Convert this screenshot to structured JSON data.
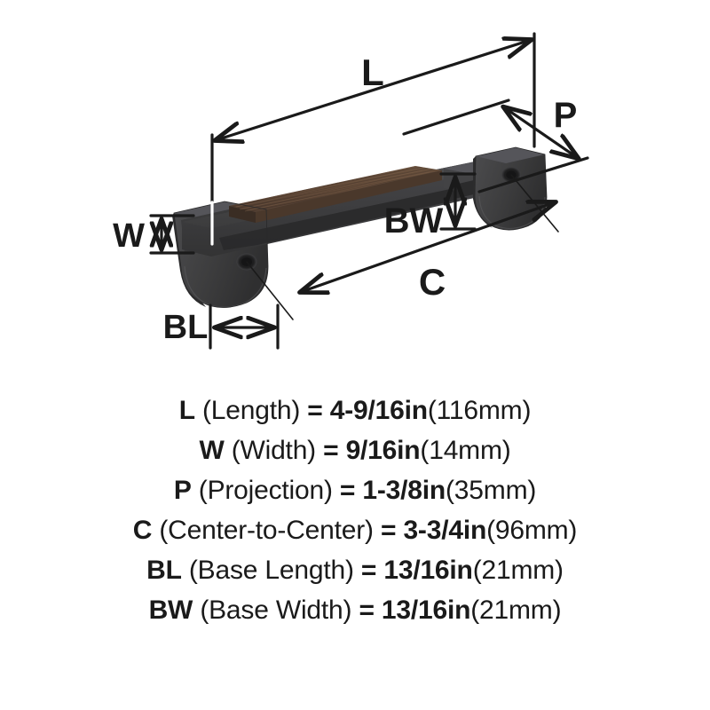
{
  "diagram": {
    "title": "cabinet-pull-dimension-diagram",
    "product": "cabinet pull handle",
    "finish_colors": {
      "body_dark": "#3f3f40",
      "body_mid": "#4a4a4c",
      "body_light": "#58585a",
      "body_shadow": "#303031",
      "bronze_top": "#5a4433",
      "bronze_top_light": "#6b5340",
      "hole_dark": "#1d1d1e",
      "line_color": "#1a1a1a",
      "background": "#ffffff"
    },
    "callouts": [
      {
        "key": "L",
        "label": "L",
        "name": "length-callout"
      },
      {
        "key": "W",
        "label": "W",
        "name": "width-callout"
      },
      {
        "key": "P",
        "label": "P",
        "name": "projection-callout"
      },
      {
        "key": "C",
        "label": "C",
        "name": "center-to-center-callout"
      },
      {
        "key": "BL",
        "label": "BL",
        "name": "base-length-callout"
      },
      {
        "key": "BW",
        "label": "BW",
        "name": "base-width-callout"
      }
    ]
  },
  "specs": [
    {
      "abbr": "L",
      "name": " (Length)",
      "eq": " = ",
      "value": "4-9/16in",
      "metric": "(116mm)"
    },
    {
      "abbr": "W",
      "name": " (Width)",
      "eq": " = ",
      "value": "9/16in",
      "metric": "(14mm)"
    },
    {
      "abbr": "P",
      "name": " (Projection)",
      "eq": " = ",
      "value": "1-3/8in",
      "metric": "(35mm)"
    },
    {
      "abbr": "C",
      "name": " (Center-to-Center)",
      "eq": " = ",
      "value": "3-3/4in",
      "metric": "(96mm)"
    },
    {
      "abbr": "BL",
      "name": " (Base Length)",
      "eq": " = ",
      "value": "13/16in",
      "metric": "(21mm)"
    },
    {
      "abbr": "BW",
      "name": " (Base Width)",
      "eq": " = ",
      "value": "13/16in",
      "metric": "(21mm)"
    }
  ]
}
